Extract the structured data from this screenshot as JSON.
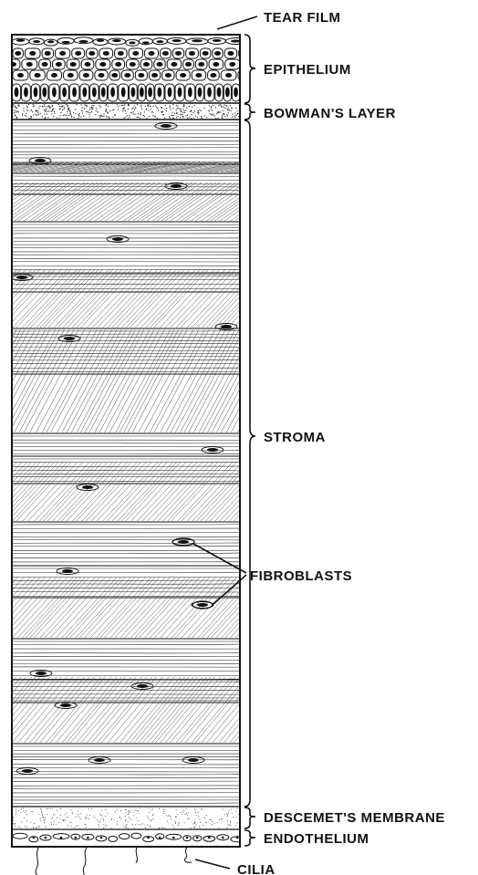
{
  "labels": {
    "tear_film": "TEAR FILM",
    "epithelium": "EPITHELIUM",
    "bowmans_layer": "BOWMAN'S LAYER",
    "stroma": "STROMA",
    "fibroblasts": "FIBROBLASTS",
    "descemets_membrane": "DESCEMET'S MEMBRANE",
    "endothelium": "ENDOTHELIUM",
    "cilia": "CILIA"
  },
  "colors": {
    "ink": "#111111",
    "paper": "#ffffff"
  }
}
